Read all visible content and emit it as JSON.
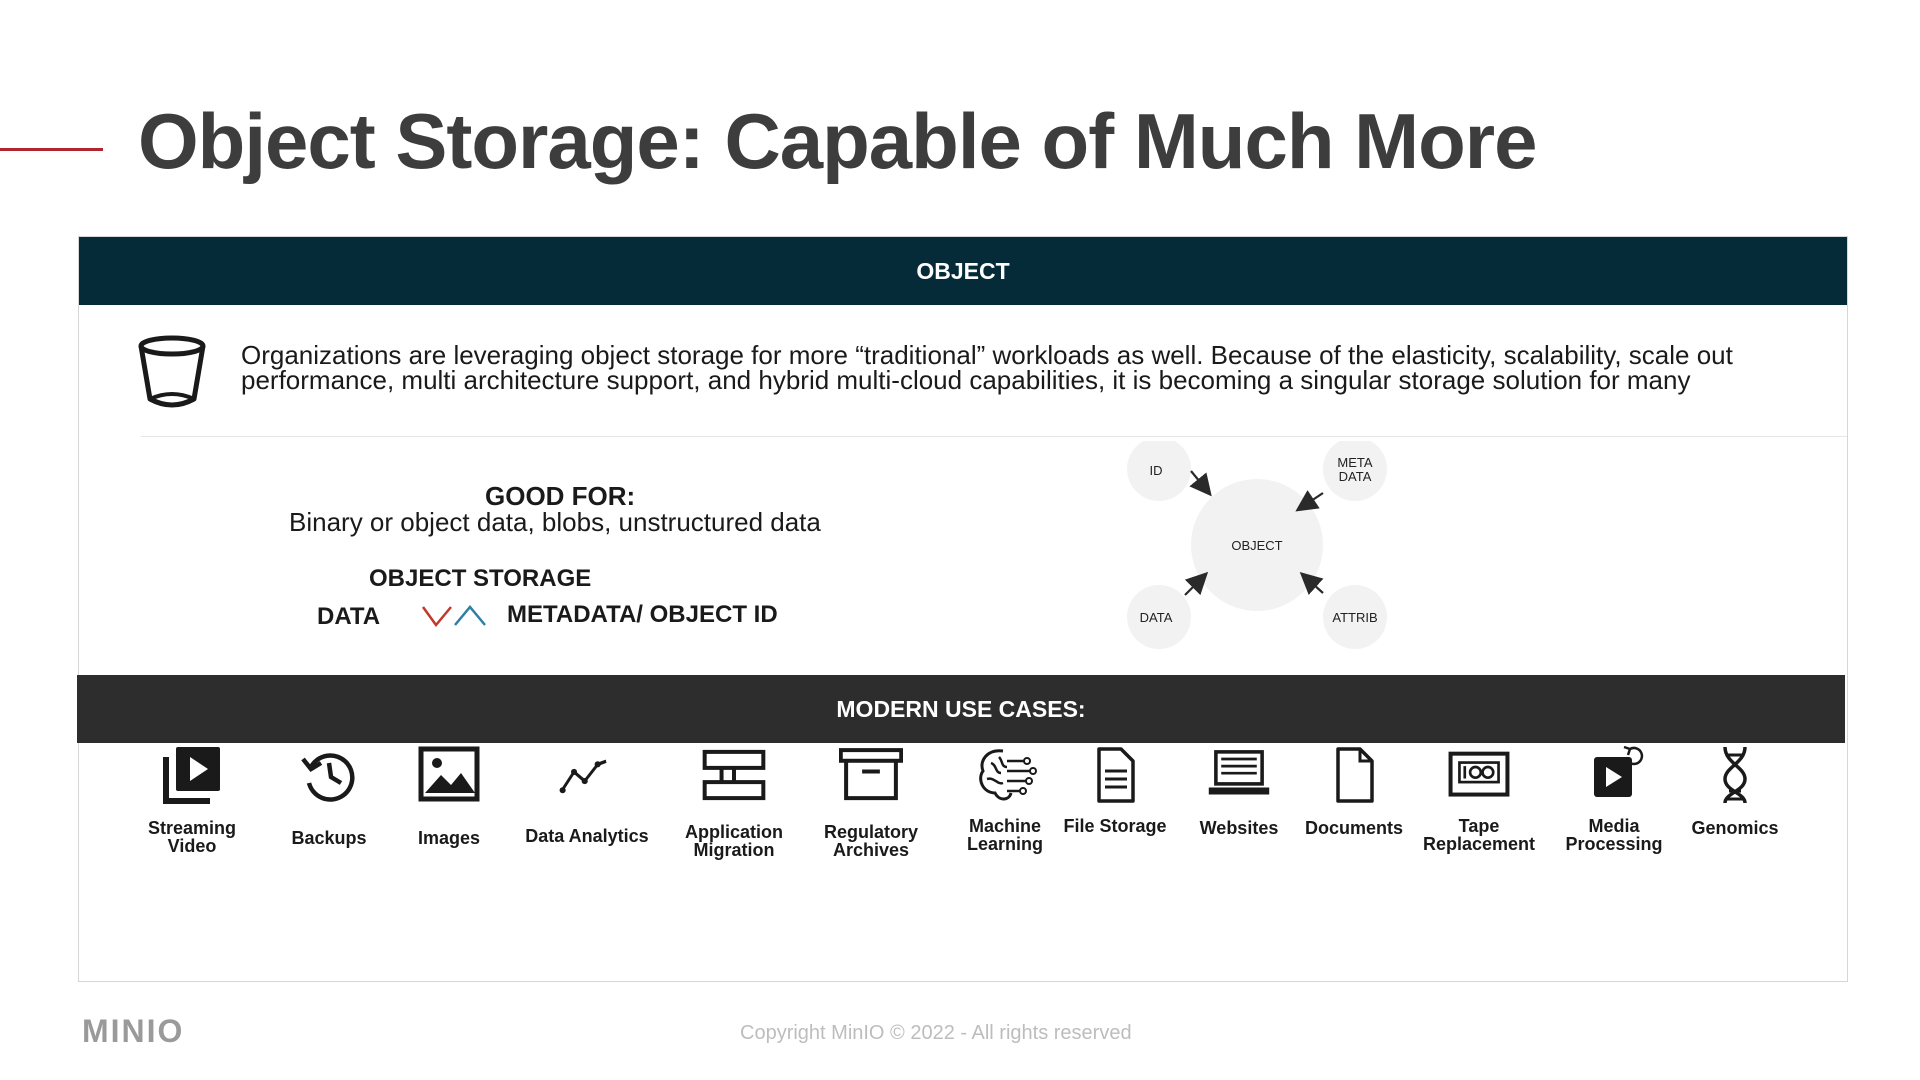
{
  "slide": {
    "title": "Object Storage: Capable of Much More"
  },
  "object_section": {
    "header": "OBJECT",
    "description": "Organizations are leveraging object storage for more “traditional” workloads as well. Because of the elasticity, scalability, scale out performance, multi architecture support, and hybrid multi-cloud capabilities, it is becoming a singular storage solution for many",
    "good_for_heading": "GOOD FOR:",
    "good_for_body": "Binary or object data, blobs, unstructured data",
    "object_storage_label": "OBJECT STORAGE",
    "data_label": "DATA",
    "metadata_label": "METADATA/ OBJECT ID",
    "diagram": {
      "center": "OBJECT",
      "nodes": {
        "id": "ID",
        "metadata_line1": "META",
        "metadata_line2": "DATA",
        "data": "DATA",
        "attrib": "ATTRIB"
      }
    }
  },
  "use_cases": {
    "header": "MODERN USE CASES:",
    "items": [
      {
        "label": "Streaming Video",
        "icon": "play-stack-icon"
      },
      {
        "label": "Backups",
        "icon": "backup-clock-icon"
      },
      {
        "label": "Images",
        "icon": "image-icon"
      },
      {
        "label": "Data Analytics",
        "icon": "line-chart-icon"
      },
      {
        "label": "Application Migration",
        "icon": "migration-icon"
      },
      {
        "label": "Regulatory Archives",
        "icon": "archive-box-icon"
      },
      {
        "label": "Machine Learning",
        "icon": "brain-circuit-icon"
      },
      {
        "label": "File Storage",
        "icon": "file-icon"
      },
      {
        "label": "Websites",
        "icon": "laptop-icon"
      },
      {
        "label": "Documents",
        "icon": "document-icon"
      },
      {
        "label": "Tape Replacement",
        "icon": "tape-icon"
      },
      {
        "label": "Media Processing",
        "icon": "media-play-icon"
      },
      {
        "label": "Genomics",
        "icon": "dna-icon"
      }
    ]
  },
  "footer": {
    "logo_text": "MINIO",
    "copyright": "Copyright MinIO © 2022 - All rights reserved"
  },
  "colors": {
    "accent_red": "#b0262e",
    "object_header": "#062b38",
    "usecase_header": "#2d2d2d",
    "check_red": "#c0392b",
    "check_blue": "#2d7fa8"
  }
}
